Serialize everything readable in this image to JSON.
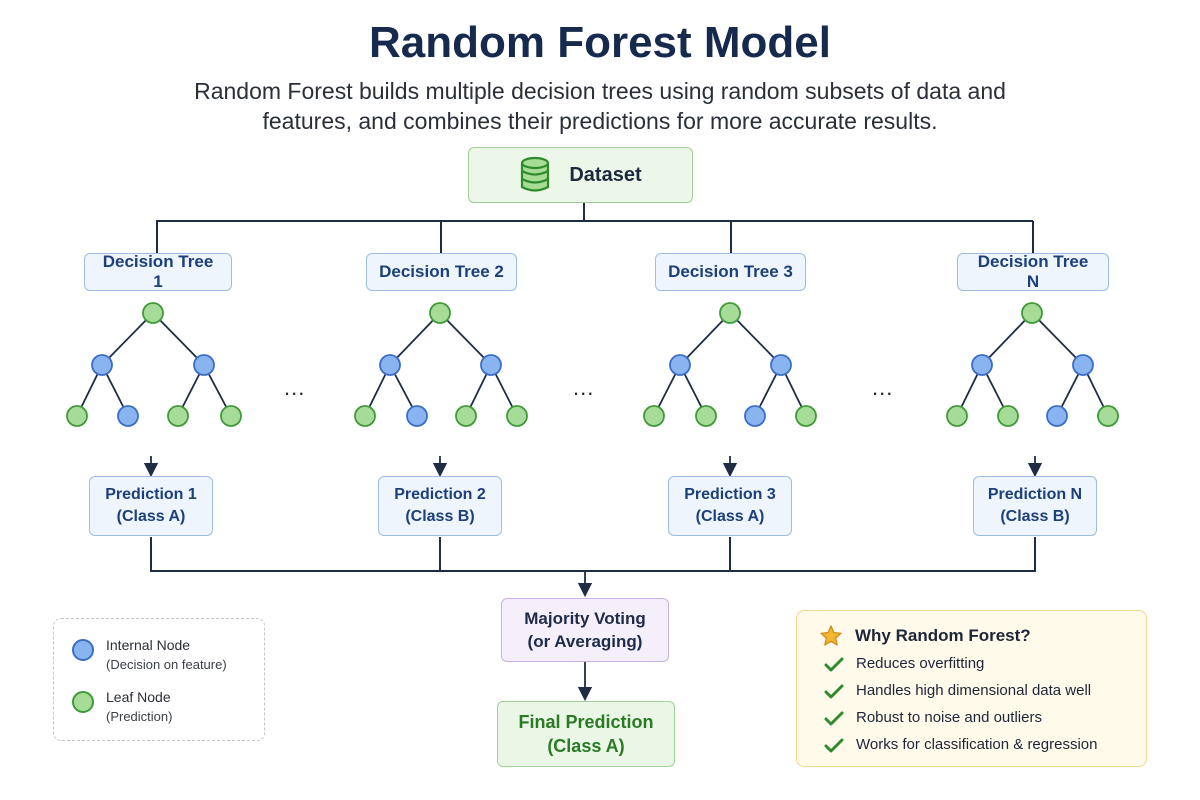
{
  "title": "Random Forest Model",
  "subtitle": "Random Forest builds multiple decision trees using random subsets of data and features, and combines their predictions for more accurate results.",
  "dataset": {
    "label": "Dataset",
    "icon": "database-icon"
  },
  "trees": [
    {
      "label": "Decision Tree 1",
      "prediction": "Prediction 1",
      "class": "(Class A)"
    },
    {
      "label": "Decision Tree 2",
      "prediction": "Prediction 2",
      "class": "(Class B)"
    },
    {
      "label": "Decision Tree 3",
      "prediction": "Prediction 3",
      "class": "(Class A)"
    },
    {
      "label": "Decision Tree N",
      "prediction": "Prediction N",
      "class": "(Class B)"
    }
  ],
  "ellipsis": "...",
  "voting": {
    "line1": "Majority Voting",
    "line2": "(or Averaging)"
  },
  "final": {
    "line1": "Final Prediction",
    "line2": "(Class A)"
  },
  "legend": {
    "internal": {
      "title": "Internal Node",
      "desc": "(Decision on feature)"
    },
    "leaf": {
      "title": "Leaf Node",
      "desc": "(Prediction)"
    }
  },
  "why": {
    "title": "Why Random Forest?",
    "icon": "star-icon",
    "items": [
      "Reduces overfitting",
      "Handles high dimensional data well",
      "Robust to noise and outliers",
      "Works for classification & regression"
    ]
  },
  "colors": {
    "internal_fill": "#8ab4f0",
    "internal_stroke": "#3b6fc4",
    "leaf_fill": "#a7dc98",
    "leaf_stroke": "#3f9a3a",
    "line": "#1f2d44",
    "check": "#2e8b2e",
    "star": "#f2b632"
  }
}
